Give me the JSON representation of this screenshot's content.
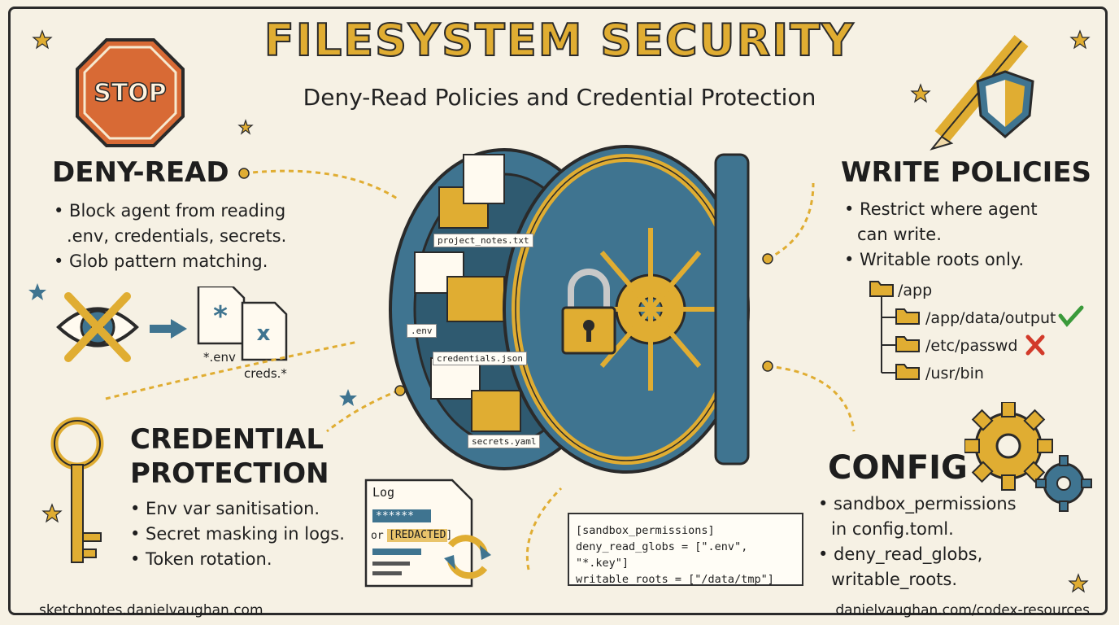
{
  "title": "FILESYSTEM SECURITY",
  "subtitle": "Deny-Read Policies and Credential Protection",
  "stop_sign": "STOP",
  "deny_read": {
    "heading": "DENY-READ",
    "bullets": [
      "• Block agent from reading",
      ".env, credentials, secrets.",
      "• Glob pattern matching."
    ],
    "file1": "*.env",
    "file2": "creds.*"
  },
  "write_policies": {
    "heading": "WRITE POLICIES",
    "bullets": [
      "• Restrict where agent",
      "can write.",
      "• Writable roots only."
    ],
    "tree": [
      "/app",
      "/app/data/output",
      "/etc/passwd",
      "/usr/bin"
    ]
  },
  "credential_protection": {
    "heading_line1": "CREDENTIAL",
    "heading_line2": "PROTECTION",
    "bullets": [
      "• Env var sanitisation.",
      "• Secret masking in logs.",
      "• Token rotation."
    ],
    "log_title": "Log",
    "log_masked": "******",
    "log_or": "or",
    "log_redacted": "[REDACTED]"
  },
  "config": {
    "heading": "CONFIG",
    "bullets": [
      "• sandbox_permissions",
      "in config.toml.",
      "• deny_read_globs,",
      "writable_roots."
    ],
    "code": [
      "[sandbox_permissions]",
      "deny_read_globs = [\".env\", \"*.key\"]",
      "writable_roots = [\"/data/tmp\"]"
    ]
  },
  "vault_files": [
    "project_notes.txt",
    ".env",
    "credentials.json",
    "secrets.yaml"
  ],
  "footer": {
    "left": "sketchnotes.danielvaughan.com",
    "right": "danielvaughan.com/codex-resources"
  },
  "colors": {
    "gold": "#e0ad32",
    "teal": "#3f7490",
    "stop": "#d86a35",
    "ink": "#1e1e1e",
    "background": "#f6f1e4",
    "check": "#3a9a3a",
    "cross": "#d23a2a"
  }
}
